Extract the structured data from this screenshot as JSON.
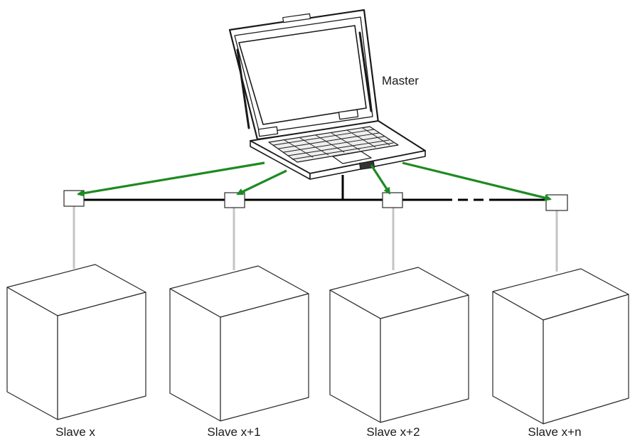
{
  "master": {
    "label": "Master"
  },
  "slaves": [
    {
      "label": "Slave x"
    },
    {
      "label": "Slave x+1"
    },
    {
      "label": "Slave x+2"
    },
    {
      "label": "Slave x+n"
    }
  ],
  "colors": {
    "arrow": "#1e8a22",
    "bus": "#000000",
    "drop_line": "#c4c4c4",
    "outline": "#2a2a2a"
  },
  "icons": {
    "master": "laptop-icon",
    "slave": "cube-device-icon",
    "connector": "bus-connector-icon"
  }
}
